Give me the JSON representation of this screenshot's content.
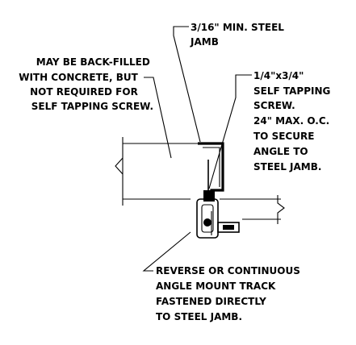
{
  "notes": {
    "jamb": {
      "lines": [
        "3/16\" MIN. STEEL",
        "JAMB"
      ]
    },
    "backfill": {
      "lines": [
        "MAY BE BACK-FILLED",
        "WITH CONCRETE, BUT",
        "NOT REQUIRED FOR",
        "SELF TAPPING SCREW."
      ]
    },
    "screw": {
      "lines": [
        "1/4\"x3/4\"",
        "SELF TAPPING",
        "SCREW.",
        "24\" MAX. O.C.",
        "TO SECURE",
        "ANGLE TO",
        "STEEL JAMB."
      ]
    },
    "track": {
      "lines": [
        "REVERSE OR CONTINUOUS",
        "ANGLE MOUNT TRACK",
        "FASTENED DIRECTLY",
        "TO STEEL JAMB."
      ]
    }
  }
}
